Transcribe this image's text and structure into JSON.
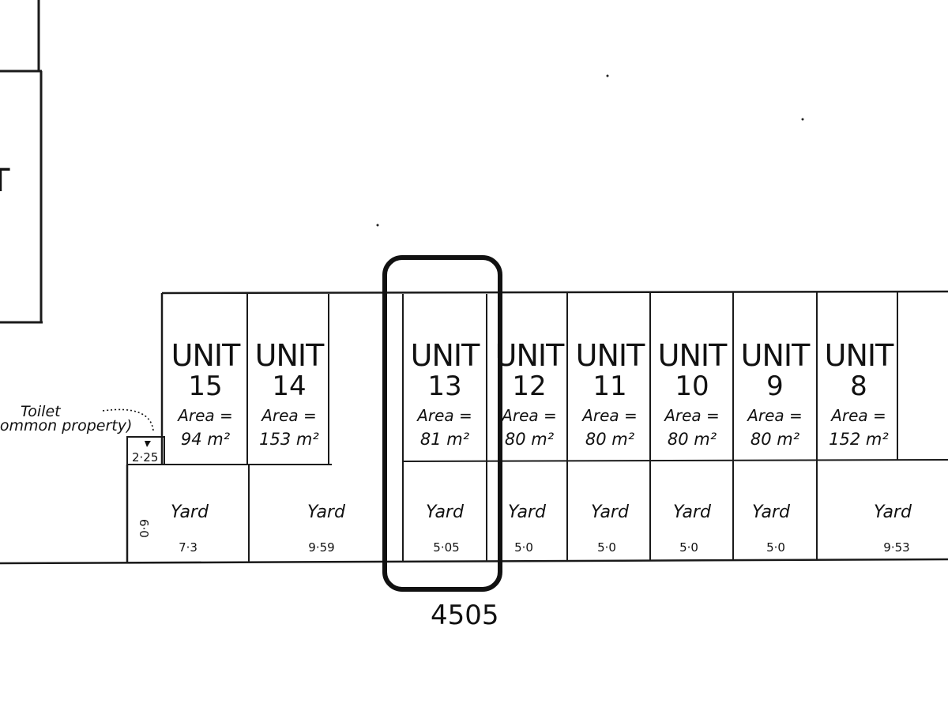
{
  "units": [
    {
      "unit_label": "UNIT",
      "number": "15",
      "area_label": "Area =",
      "area_value": "94 m²",
      "yard_label": "Yard",
      "yard_width": "7·3"
    },
    {
      "unit_label": "UNIT",
      "number": "14",
      "area_label": "Area =",
      "area_value": "153 m²",
      "yard_label": "Yard",
      "yard_width": "9·59"
    },
    {
      "unit_label": "UNIT",
      "number": "13",
      "area_label": "Area =",
      "area_value": "81 m²",
      "yard_label": "Yard",
      "yard_width": "5·05"
    },
    {
      "unit_label": "UNIT",
      "number": "12",
      "area_label": "Area =",
      "area_value": "80 m²",
      "yard_label": "Yard",
      "yard_width": "5·0"
    },
    {
      "unit_label": "UNIT",
      "number": "11",
      "area_label": "Area =",
      "area_value": "80 m²",
      "yard_label": "Yard",
      "yard_width": "5·0"
    },
    {
      "unit_label": "UNIT",
      "number": "10",
      "area_label": "Area =",
      "area_value": "80 m²",
      "yard_label": "Yard",
      "yard_width": "5·0"
    },
    {
      "unit_label": "UNIT",
      "number": "9",
      "area_label": "Area =",
      "area_value": "80 m²",
      "yard_label": "Yard",
      "yard_width": "5·0"
    },
    {
      "unit_label": "UNIT",
      "number": "8",
      "area_label": "Area =",
      "area_value": "152 m²",
      "yard_label": "Yard",
      "yard_width": "9·53"
    }
  ],
  "toilet": {
    "line1": "Toilet",
    "line2": "(common property)",
    "width_dim": "2·25",
    "depth_dim": "6·0"
  },
  "highlight": {
    "unit": "13",
    "label": "4505"
  },
  "left_building": {
    "partial_label": "T"
  },
  "colors": {
    "ink": "#1a1a1a",
    "paper": "#ffffff"
  }
}
